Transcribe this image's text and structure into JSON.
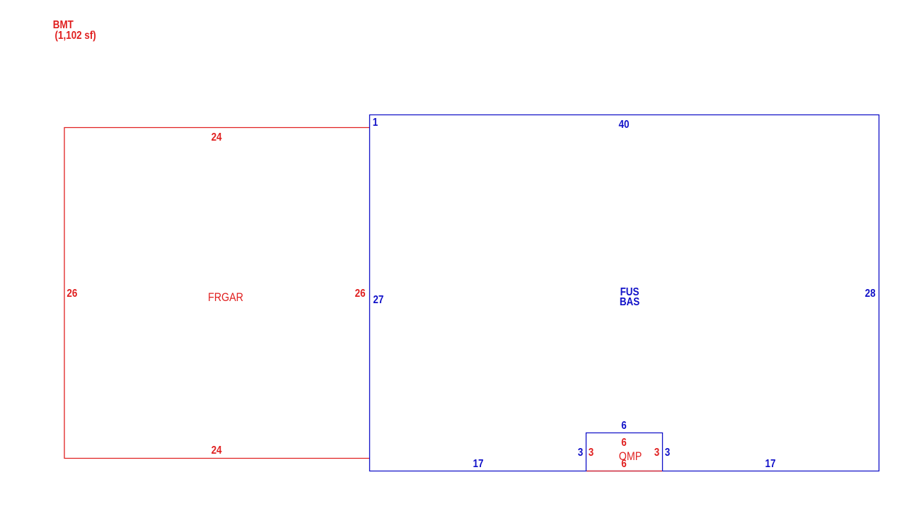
{
  "colors": {
    "red": "#e02020",
    "blue": "#1010c8",
    "background": "#ffffff"
  },
  "header": {
    "title": "BMT",
    "area": "(1,102 sf)"
  },
  "areas": {
    "frgar": "FRGAR",
    "fus": "FUS",
    "bas": "BAS",
    "omp": "OMP"
  },
  "dimensions": {
    "frgar_top": "24",
    "frgar_bottom": "24",
    "frgar_left": "26",
    "frgar_right": "26",
    "main_top": "40",
    "main_left": "27",
    "main_right": "28",
    "main_corner": "1",
    "main_bottom_left": "17",
    "main_bottom_right": "17",
    "porch_top_blue": "6",
    "porch_top_red": "6",
    "porch_bottom_red": "6",
    "porch_left_blue": "3",
    "porch_left_red": "3",
    "porch_right_red": "3",
    "porch_right_blue": "3"
  }
}
